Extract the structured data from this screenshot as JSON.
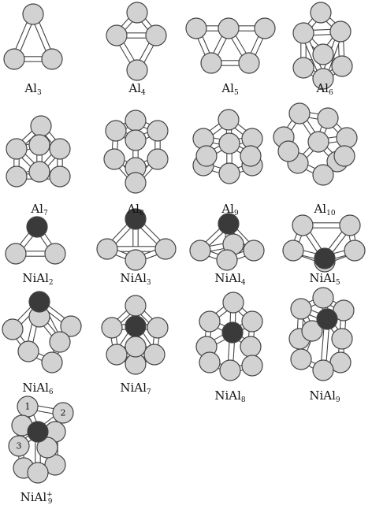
{
  "colors": {
    "al_atom": "#d2d2d2",
    "ni_atom": "#3a3a3a",
    "outline": "#444444",
    "bond_fill": "#ffffff"
  },
  "clusters": [
    {
      "id": "al3",
      "label": {
        "base": "Al",
        "sub": "3",
        "sup": ""
      }
    },
    {
      "id": "al4",
      "label": {
        "base": "Al",
        "sub": "4",
        "sup": ""
      }
    },
    {
      "id": "al5",
      "label": {
        "base": "Al",
        "sub": "5",
        "sup": ""
      }
    },
    {
      "id": "al6",
      "label": {
        "base": "Al",
        "sub": "6",
        "sup": ""
      }
    },
    {
      "id": "al7",
      "label": {
        "base": "Al",
        "sub": "7",
        "sup": ""
      }
    },
    {
      "id": "al8",
      "label": {
        "base": "Al",
        "sub": "8",
        "sup": ""
      }
    },
    {
      "id": "al9",
      "label": {
        "base": "Al",
        "sub": "9",
        "sup": ""
      }
    },
    {
      "id": "al10",
      "label": {
        "base": "Al",
        "sub": "10",
        "sup": ""
      }
    },
    {
      "id": "nial2",
      "label": {
        "base": "NiAl",
        "sub": "2",
        "sup": ""
      }
    },
    {
      "id": "nial3",
      "label": {
        "base": "NiAl",
        "sub": "3",
        "sup": ""
      }
    },
    {
      "id": "nial4",
      "label": {
        "base": "NiAl",
        "sub": "4",
        "sup": ""
      }
    },
    {
      "id": "nial5",
      "label": {
        "base": "NiAl",
        "sub": "5",
        "sup": ""
      }
    },
    {
      "id": "nial6",
      "label": {
        "base": "NiAl",
        "sub": "6",
        "sup": ""
      }
    },
    {
      "id": "nial7",
      "label": {
        "base": "NiAl",
        "sub": "7",
        "sup": ""
      }
    },
    {
      "id": "nial8",
      "label": {
        "base": "NiAl",
        "sub": "8",
        "sup": ""
      }
    },
    {
      "id": "nial9",
      "label": {
        "base": "NiAl",
        "sub": "9",
        "sup": ""
      }
    },
    {
      "id": "nial9plus",
      "label": {
        "base": "NiAl",
        "sub": "9",
        "sup": "+"
      },
      "atom_numbers": [
        "1",
        "2",
        "3"
      ]
    }
  ]
}
